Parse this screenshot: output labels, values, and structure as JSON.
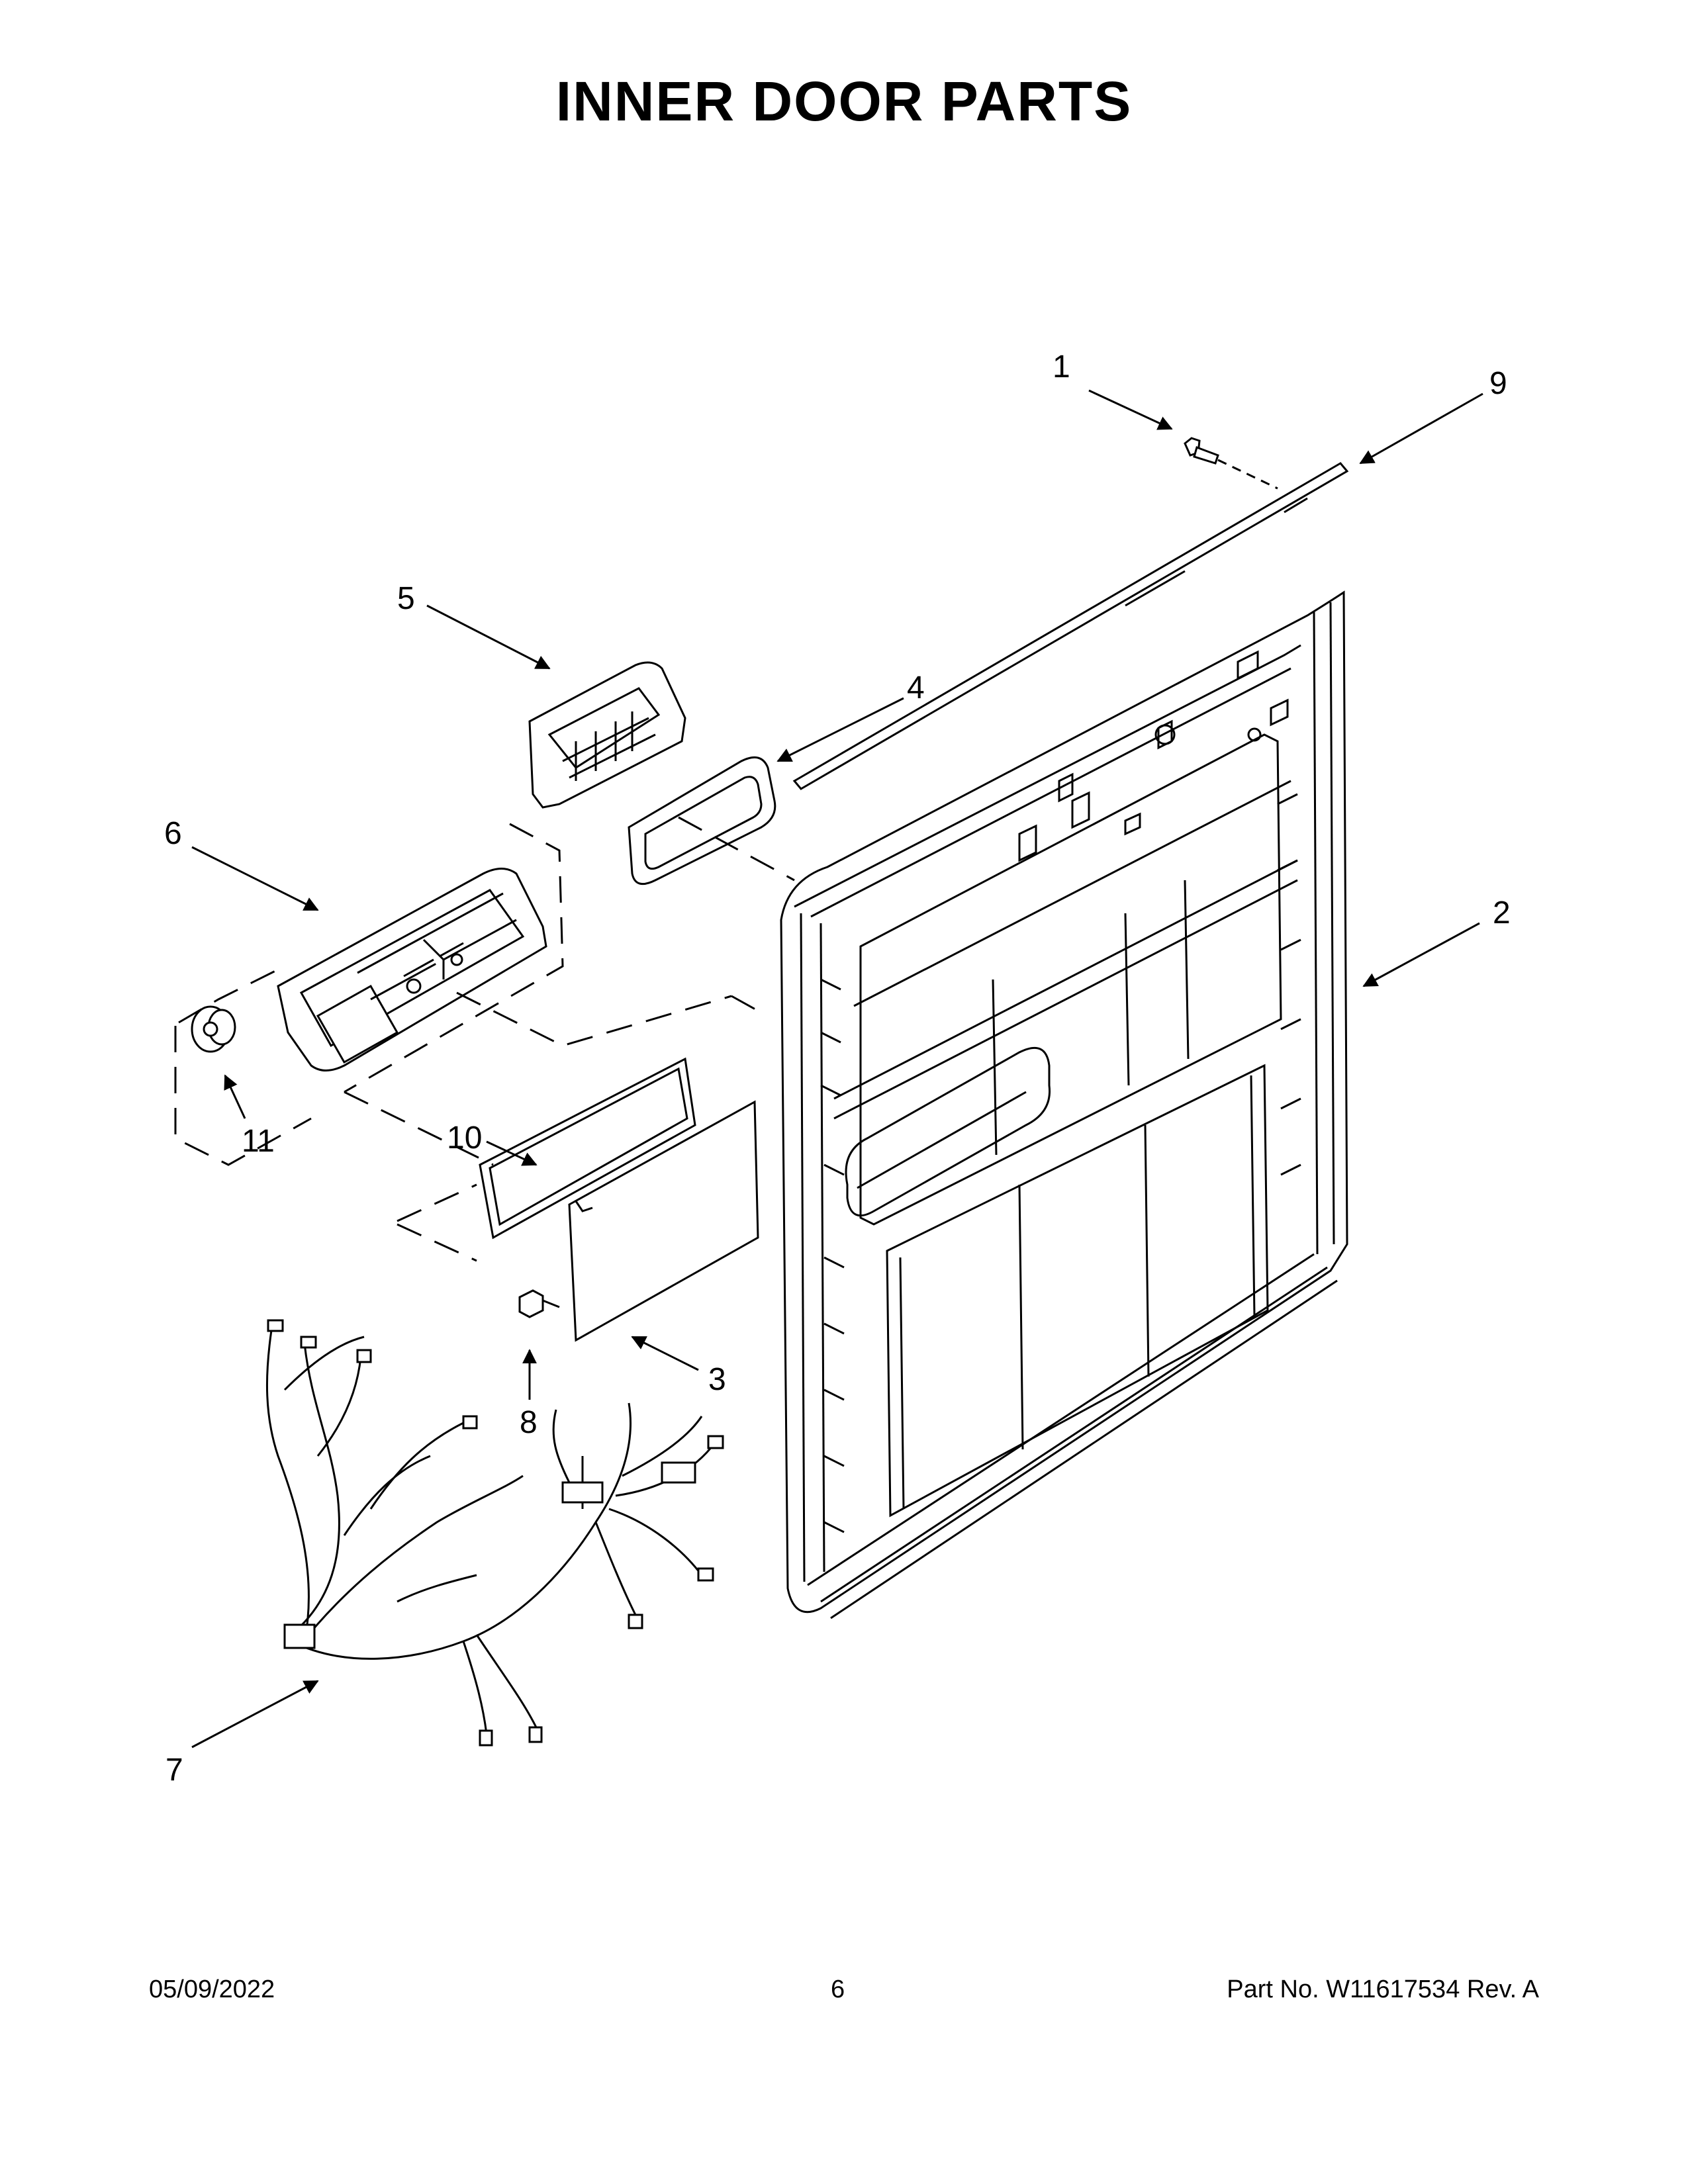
{
  "title": "INNER DOOR PARTS",
  "callouts": {
    "p1": "1",
    "p2": "2",
    "p3": "3",
    "p4": "4",
    "p5": "5",
    "p6": "6",
    "p7": "7",
    "p8": "8",
    "p9": "9",
    "p10": "10",
    "p11": "11"
  },
  "footer": {
    "date": "05/09/2022",
    "page": "6",
    "part_no": "Part No.  W11617534  Rev.  A"
  }
}
